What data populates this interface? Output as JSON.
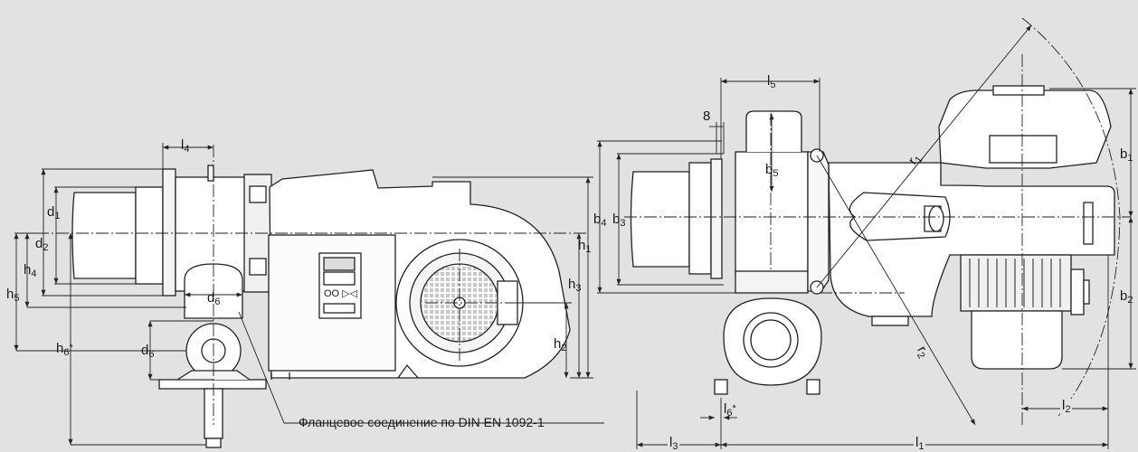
{
  "caption": "Фланцевое соединение по DIN EN 1092-1",
  "left_view": {
    "labels": [
      {
        "key": "l4",
        "base": "l",
        "sub": "4",
        "star": ""
      },
      {
        "key": "d1",
        "base": "d",
        "sub": "1",
        "star": ""
      },
      {
        "key": "d2",
        "base": "d",
        "sub": "2",
        "star": ""
      },
      {
        "key": "h4",
        "base": "h",
        "sub": "4",
        "star": ""
      },
      {
        "key": "h5",
        "base": "h",
        "sub": "5",
        "star": ""
      },
      {
        "key": "h6",
        "base": "h",
        "sub": "6",
        "star": "*"
      },
      {
        "key": "d6a",
        "base": "d",
        "sub": "6",
        "star": ""
      },
      {
        "key": "d6b",
        "base": "d",
        "sub": "6",
        "star": ""
      },
      {
        "key": "h1",
        "base": "h",
        "sub": "1",
        "star": ""
      },
      {
        "key": "h3",
        "base": "h",
        "sub": "3",
        "star": ""
      },
      {
        "key": "h2",
        "base": "h",
        "sub": "2",
        "star": ""
      }
    ],
    "panel_symbols": "OO ▷◁"
  },
  "right_view": {
    "labels": [
      {
        "key": "l5",
        "base": "l",
        "sub": "5",
        "star": ""
      },
      {
        "key": "eight",
        "base": "8",
        "sub": "",
        "star": ""
      },
      {
        "key": "b5",
        "base": "b",
        "sub": "5",
        "star": ""
      },
      {
        "key": "b4",
        "base": "b",
        "sub": "4",
        "star": ""
      },
      {
        "key": "b3",
        "base": "b",
        "sub": "3",
        "star": ""
      },
      {
        "key": "r1",
        "base": "r",
        "sub": "1",
        "star": ""
      },
      {
        "key": "r2",
        "base": "r",
        "sub": "2",
        "star": ""
      },
      {
        "key": "b1",
        "base": "b",
        "sub": "1",
        "star": ""
      },
      {
        "key": "b2",
        "base": "b",
        "sub": "2",
        "star": ""
      },
      {
        "key": "l6",
        "base": "l",
        "sub": "6",
        "star": "*"
      },
      {
        "key": "l3",
        "base": "l",
        "sub": "3",
        "star": ""
      },
      {
        "key": "l1",
        "base": "l",
        "sub": "1",
        "star": ""
      },
      {
        "key": "l2",
        "base": "l",
        "sub": "2",
        "star": ""
      }
    ]
  }
}
